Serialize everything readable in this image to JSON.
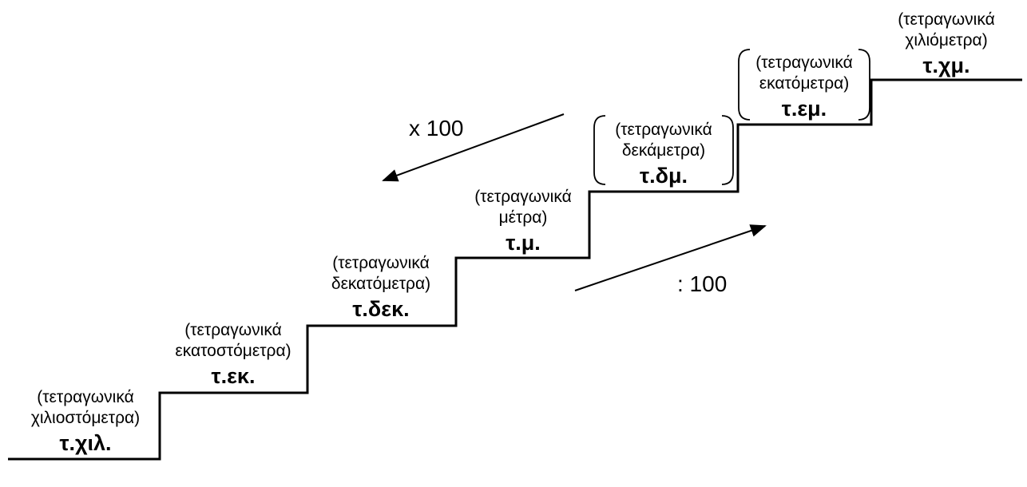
{
  "steps": [
    {
      "desc_line1": "(τετραγωνικά",
      "desc_line2": "χιλιοστόμετρα)",
      "abbr": "τ.χιλ.",
      "bracketed": false
    },
    {
      "desc_line1": "(τετραγωνικά",
      "desc_line2": "εκατοστόμετρα)",
      "abbr": "τ.εκ.",
      "bracketed": false
    },
    {
      "desc_line1": "(τετραγωνικά",
      "desc_line2": "δεκατόμετρα)",
      "abbr": "τ.δεκ.",
      "bracketed": false
    },
    {
      "desc_line1": "(τετραγωνικά",
      "desc_line2": "μέτρα)",
      "abbr": "τ.μ.",
      "bracketed": false
    },
    {
      "desc_line1": "(τετραγωνικά",
      "desc_line2": "δεκάμετρα)",
      "abbr": "τ.δμ.",
      "bracketed": true
    },
    {
      "desc_line1": "(τετραγωνικά",
      "desc_line2": "εκατόμετρα)",
      "abbr": "τ.εμ.",
      "bracketed": true
    },
    {
      "desc_line1": "(τετραγωνικά",
      "desc_line2": "χιλιόμετρα)",
      "abbr": "τ.χμ.",
      "bracketed": false
    }
  ],
  "factors": {
    "down_label": "x 100",
    "up_label": ": 100"
  },
  "colors": {
    "line": "#000000",
    "background": "#ffffff"
  }
}
